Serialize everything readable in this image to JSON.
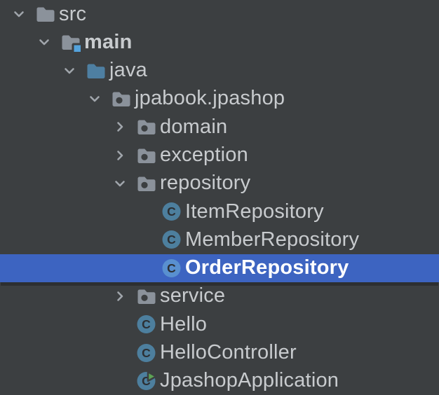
{
  "colors": {
    "background": "#3c3f41",
    "row_text": "#c8cbce",
    "selected_row_bg": "#3d64c1",
    "selected_row_text": "#ffffff",
    "selection_shadow": "#2d2f31",
    "chevron": "#a0a5ab",
    "folder_gray": "#8b929b",
    "folder_blue": "#4e7fa2",
    "sources_root_badge": "#54a3dd",
    "class_circle": "#4d7f9e",
    "class_circle_selected": "#5990d0",
    "class_letter": "#2c2f33",
    "run_triangle_green": "#5da355"
  },
  "tree": {
    "items": [
      {
        "label": "src",
        "level": 0,
        "chevron": "expanded",
        "icon": "folder",
        "bold": false,
        "selected": false
      },
      {
        "label": "main",
        "level": 1,
        "chevron": "expanded",
        "icon": "folder-sources-root",
        "bold": true,
        "selected": false
      },
      {
        "label": "java",
        "level": 2,
        "chevron": "expanded",
        "icon": "folder-blue",
        "bold": false,
        "selected": false
      },
      {
        "label": "jpabook.jpashop",
        "level": 3,
        "chevron": "expanded",
        "icon": "package",
        "bold": false,
        "selected": false
      },
      {
        "label": "domain",
        "level": 4,
        "chevron": "collapsed",
        "icon": "package",
        "bold": false,
        "selected": false
      },
      {
        "label": "exception",
        "level": 4,
        "chevron": "collapsed",
        "icon": "package",
        "bold": false,
        "selected": false
      },
      {
        "label": "repository",
        "level": 4,
        "chevron": "expanded",
        "icon": "package",
        "bold": false,
        "selected": false
      },
      {
        "label": "ItemRepository",
        "level": 5,
        "chevron": "none",
        "icon": "class",
        "bold": false,
        "selected": false
      },
      {
        "label": "MemberRepository",
        "level": 5,
        "chevron": "none",
        "icon": "class",
        "bold": false,
        "selected": false
      },
      {
        "label": "OrderRepository",
        "level": 5,
        "chevron": "none",
        "icon": "class",
        "bold": false,
        "selected": true
      },
      {
        "label": "service",
        "level": 4,
        "chevron": "collapsed",
        "icon": "package",
        "bold": false,
        "selected": false
      },
      {
        "label": "Hello",
        "level": 4,
        "chevron": "none",
        "icon": "class",
        "bold": false,
        "selected": false
      },
      {
        "label": "HelloController",
        "level": 4,
        "chevron": "none",
        "icon": "class",
        "bold": false,
        "selected": false
      },
      {
        "label": "JpashopApplication",
        "level": 4,
        "chevron": "none",
        "icon": "class-run",
        "bold": false,
        "selected": false
      }
    ]
  }
}
